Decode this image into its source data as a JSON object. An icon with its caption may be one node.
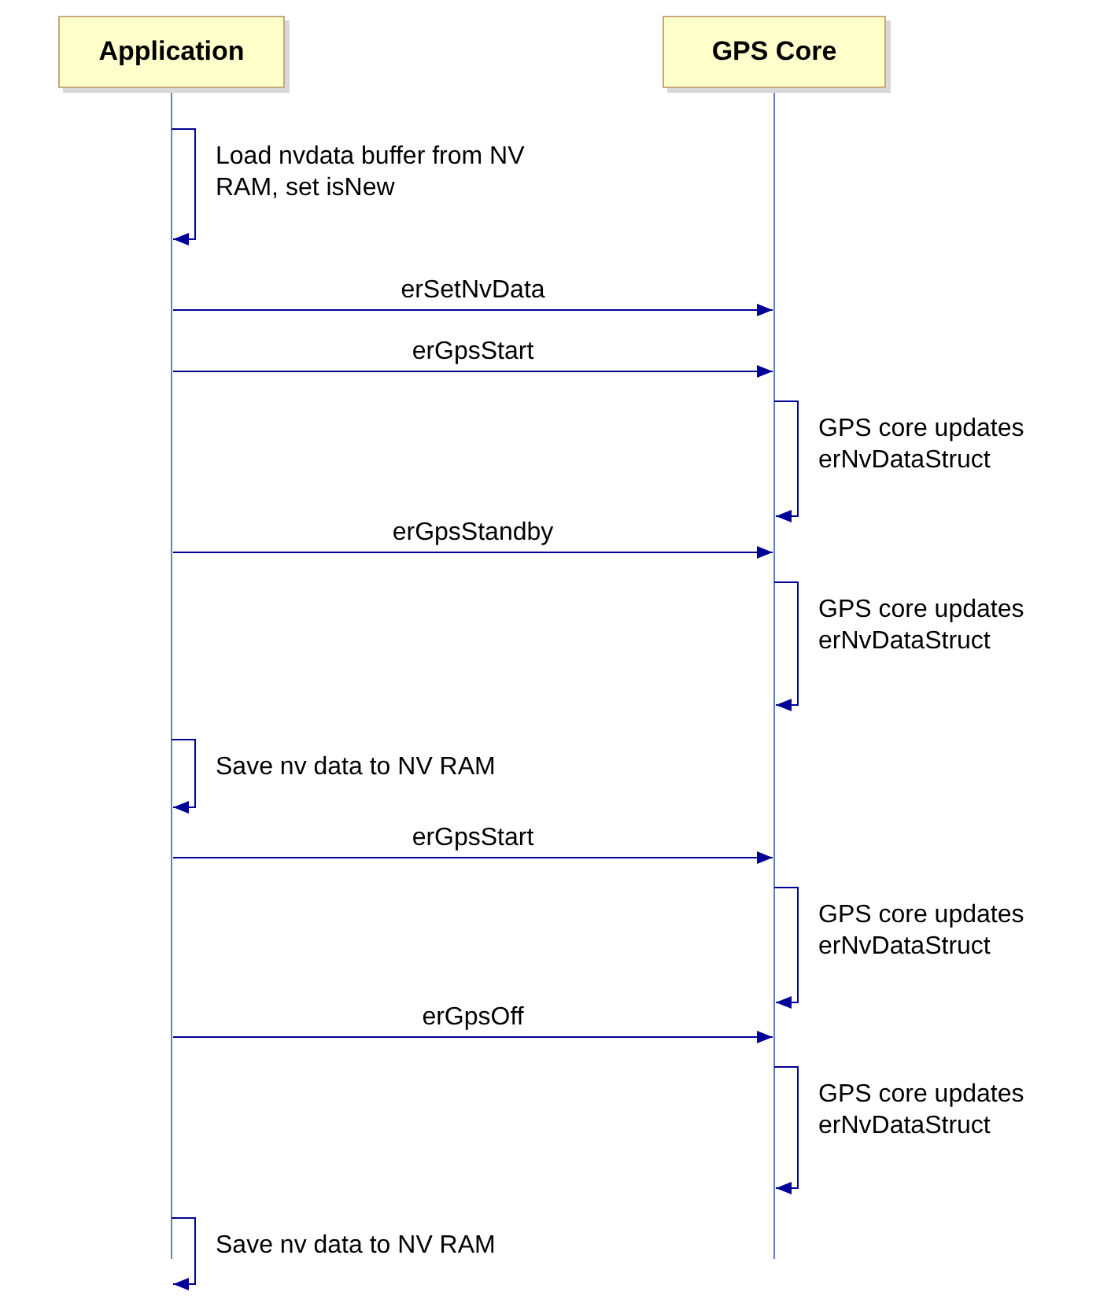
{
  "diagram": {
    "nodes": [
      {
        "text": [
          "Application"
        ]
      },
      {
        "text": [
          "GPS Core"
        ]
      }
    ],
    "edges": [
      {
        "from": 0,
        "to": 0,
        "arrow": "to",
        "label": "Load nvdata buffer from NV RAM, set isNew"
      },
      {
        "from": 0,
        "to": 1,
        "arrow": "to",
        "label": "erSetNvData"
      },
      {
        "from": 0,
        "to": 1,
        "arrow": "to",
        "label": "erGpsStart"
      },
      {
        "from": 1,
        "to": 1,
        "arrow": "to",
        "label": "GPS core updates erNvDataStruct"
      },
      {
        "from": 0,
        "to": 1,
        "arrow": "to",
        "label": "erGpsStandby"
      },
      {
        "from": 1,
        "to": 1,
        "arrow": "to",
        "label": "GPS core updates erNvDataStruct"
      },
      {
        "from": 0,
        "to": 0,
        "arrow": "to",
        "label": "Save nv data to NV RAM"
      },
      {
        "from": 0,
        "to": 1,
        "arrow": "to",
        "label": "erGpsStart"
      },
      {
        "from": 1,
        "to": 1,
        "arrow": "to",
        "label": "GPS core updates erNvDataStruct"
      },
      {
        "from": 0,
        "to": 1,
        "arrow": "to",
        "label": "erGpsOff"
      },
      {
        "from": 1,
        "to": 1,
        "arrow": "to",
        "label": "GPS core updates erNvDataStruct"
      },
      {
        "from": 0,
        "to": 0,
        "arrow": "to",
        "label": "Save nv data to NV RAM"
      }
    ]
  }
}
